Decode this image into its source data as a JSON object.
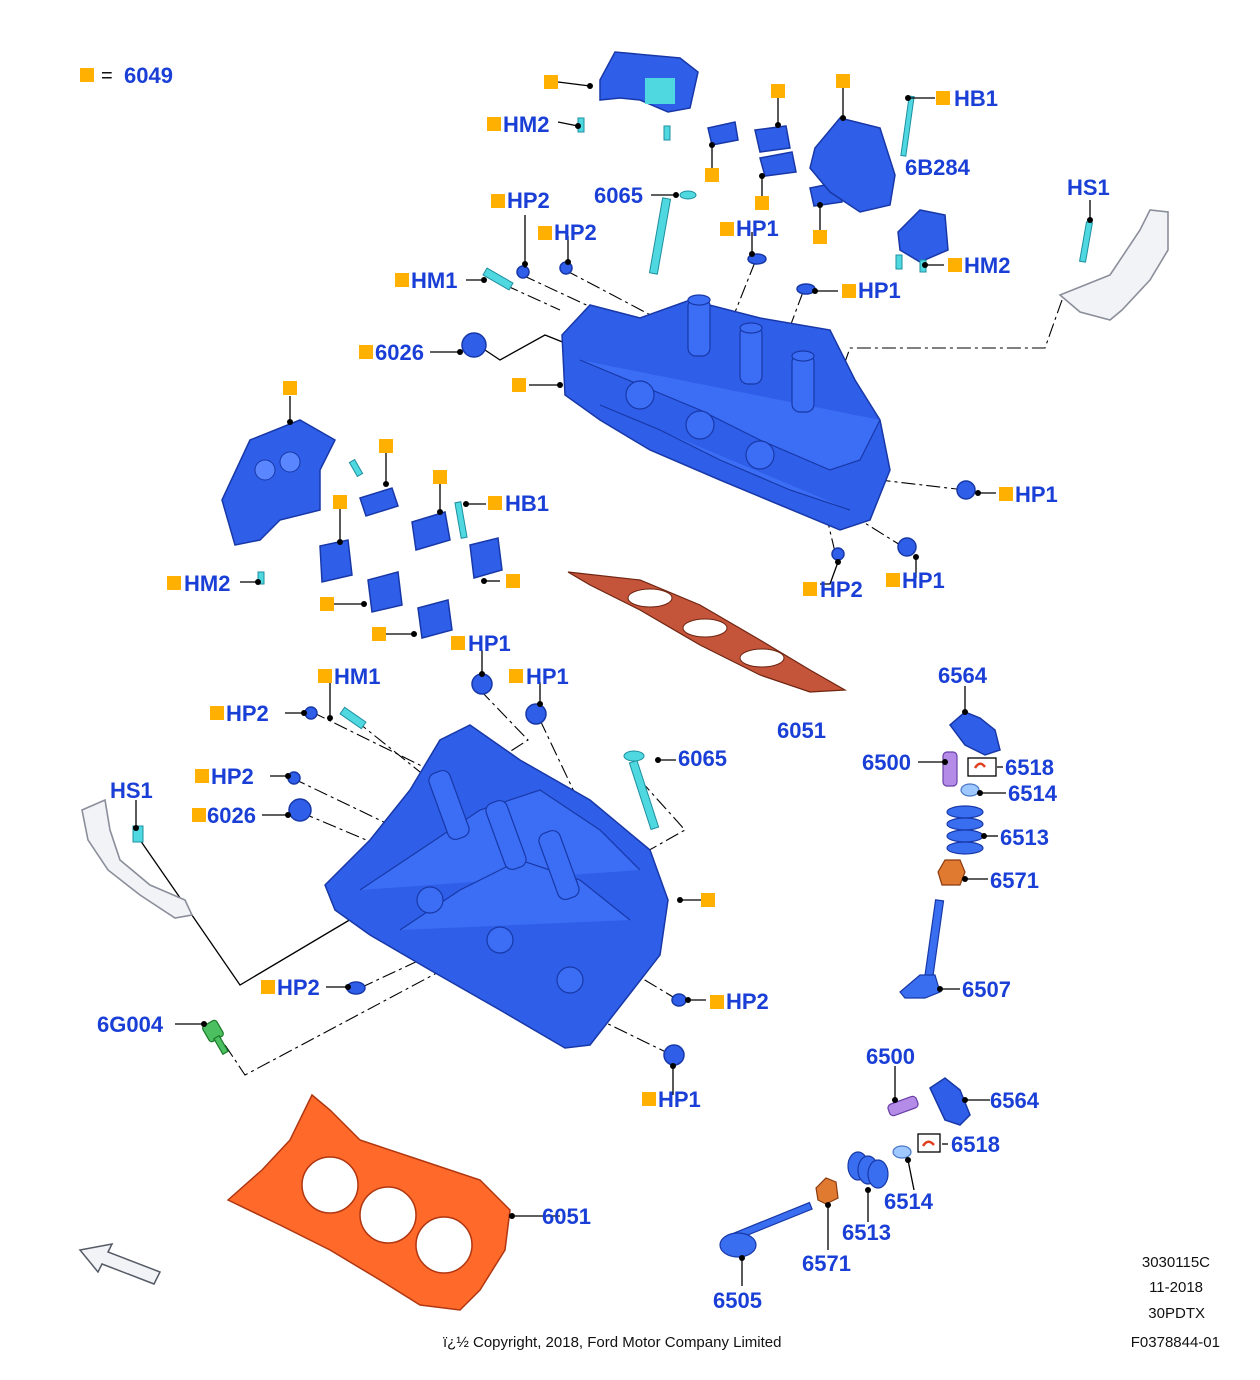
{
  "legend": {
    "symbol_color": "#FFB000",
    "equals": "=",
    "value": "6049"
  },
  "colors": {
    "callout_text": "#1A3FD6",
    "part_blue": "#2F5FE8",
    "gasket_orange": "#FF6A2A",
    "bracket_grey": "#F2F3F6"
  },
  "callouts": {
    "hm2_top": "HM2",
    "hb1_top": "HB1",
    "c6b284": "6B284",
    "hs1_top": "HS1",
    "c6065_top": "6065",
    "hp2_a": "HP2",
    "hp2_b": "HP2",
    "hp1_a": "HP1",
    "hm2_mid": "HM2",
    "hm1_top": "HM1",
    "hp1_b": "HP1",
    "c6026_top": "6026",
    "hp1_c": "HP1",
    "hb1_mid": "HB1",
    "hm2_left": "HM2",
    "hp2_c": "HP2",
    "hp1_d": "HP1",
    "hp1_e": "HP1",
    "hm1_bottom": "HM1",
    "hp1_f": "HP1",
    "hp2_d": "HP2",
    "c6051_top": "6051",
    "c6564_top": "6564",
    "c6065_bottom": "6065",
    "c6500_top": "6500",
    "c6518_top": "6518",
    "hp2_e": "HP2",
    "c6514_top": "6514",
    "hs1_bottom": "HS1",
    "c6026_bottom": "6026",
    "c6513_top": "6513",
    "c6571_top": "6571",
    "c6507": "6507",
    "hp2_f": "HP2",
    "hp2_g": "HP2",
    "c6g004": "6G004",
    "c6500_bottom": "6500",
    "hp1_g": "HP1",
    "c6564_bottom": "6564",
    "c6518_bottom": "6518",
    "c6514_bottom": "6514",
    "c6051_bottom": "6051",
    "c6513_bottom": "6513",
    "c6571_bottom": "6571",
    "c6505": "6505"
  },
  "footer": {
    "ref_code": "3030115C",
    "date": "11-2018",
    "model": "30PDTX",
    "figure_id": "F0378844-01",
    "copyright": "ï¿½ Copyright, 2018, Ford Motor Company Limited"
  }
}
